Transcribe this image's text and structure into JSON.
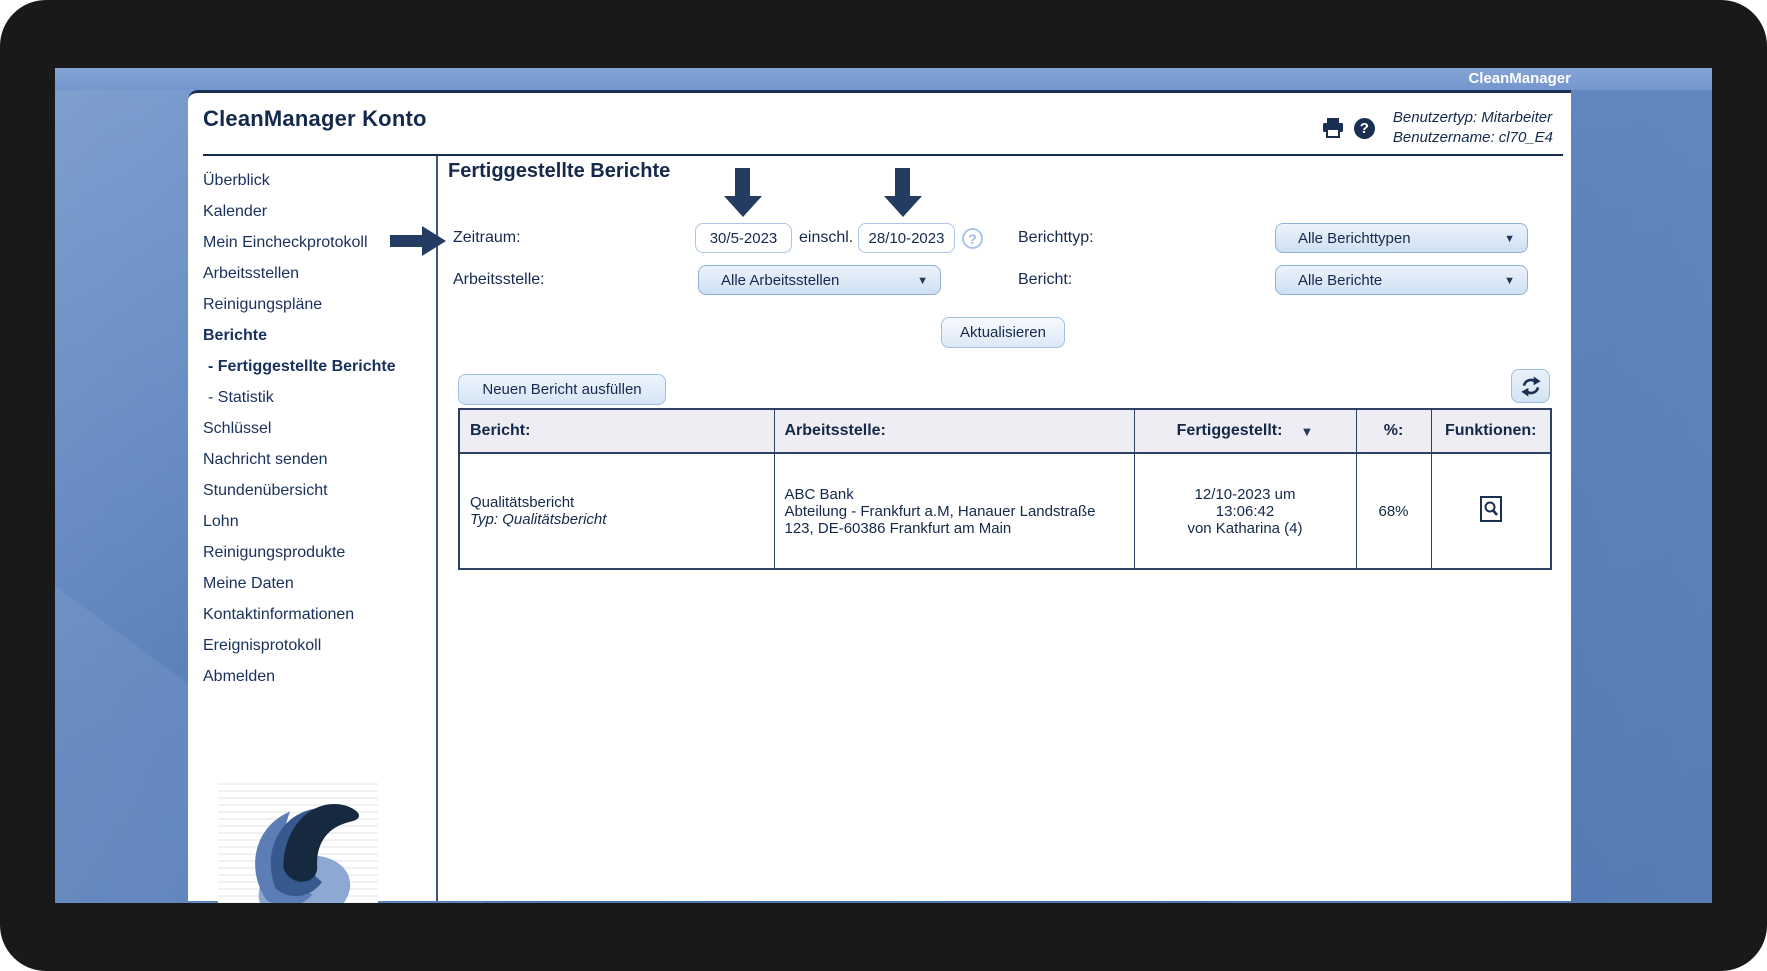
{
  "colors": {
    "desktop_blue": "#5079b7",
    "titlebar_blue": "#7396cd",
    "navy_text": "#16294e",
    "control_border": "#9fc0e2",
    "table_header_bg": "#ededf3",
    "annotation_arrow": "#243c61"
  },
  "titlebar": {
    "brand": "CleanManager"
  },
  "header": {
    "title": "CleanManager Konto",
    "usertype": "Benutzertyp: Mitarbeiter",
    "username": "Benutzername: cl70_E4"
  },
  "sidebar": {
    "items": [
      {
        "label": "Überblick"
      },
      {
        "label": "Kalender"
      },
      {
        "label": "Mein Eincheckprotokoll"
      },
      {
        "label": "Arbeitsstellen"
      },
      {
        "label": "Reinigungspläne"
      },
      {
        "label": "Berichte",
        "bold": true
      },
      {
        "label": "- Fertiggestellte Berichte",
        "bold": true,
        "indent": true
      },
      {
        "label": "- Statistik",
        "indent": true
      },
      {
        "label": "Schlüssel"
      },
      {
        "label": "Nachricht senden"
      },
      {
        "label": "Stundenübersicht"
      },
      {
        "label": "Lohn"
      },
      {
        "label": "Reinigungsprodukte"
      },
      {
        "label": "Meine Daten"
      },
      {
        "label": "Kontaktinformationen"
      },
      {
        "label": "Ereignisprotokoll"
      },
      {
        "label": "Abmelden"
      }
    ]
  },
  "main": {
    "heading": "Fertiggestellte Berichte",
    "filters": {
      "zeitraum_label": "Zeitraum:",
      "date_from": "30/5-2023",
      "einschl_label": "einschl.",
      "date_to": "28/10-2023",
      "berichttyp_label": "Berichttyp:",
      "berichttyp_value": "Alle Berichttypen",
      "arbeitsstelle_label": "Arbeitsstelle:",
      "arbeitsstelle_value": "Alle Arbeitsstellen",
      "bericht_label": "Bericht:",
      "bericht_value": "Alle Berichte",
      "question_mark": "?"
    },
    "buttons": {
      "aktualisieren": "Aktualisieren",
      "neuen_bericht": "Neuen Bericht ausfüllen"
    },
    "table": {
      "headers": {
        "bericht": "Bericht:",
        "arbeitsstelle": "Arbeitsstelle:",
        "fertiggestellt": "Fertiggestellt:",
        "percent": "%:",
        "funktionen": "Funktionen:"
      },
      "rows": [
        {
          "bericht_name": "Qualitätsbericht",
          "bericht_typ": "Typ: Qualitätsbericht",
          "arbeitsstelle_line1": "ABC Bank",
          "arbeitsstelle_line2": "Abteilung - Frankfurt a.M, Hanauer Landstraße 123, DE-60386 Frankfurt am Main",
          "fertiggestellt_line1": "12/10-2023 um",
          "fertiggestellt_line2": "13:06:42",
          "fertiggestellt_line3": "von Katharina (4)",
          "percent": "68%"
        }
      ]
    }
  }
}
